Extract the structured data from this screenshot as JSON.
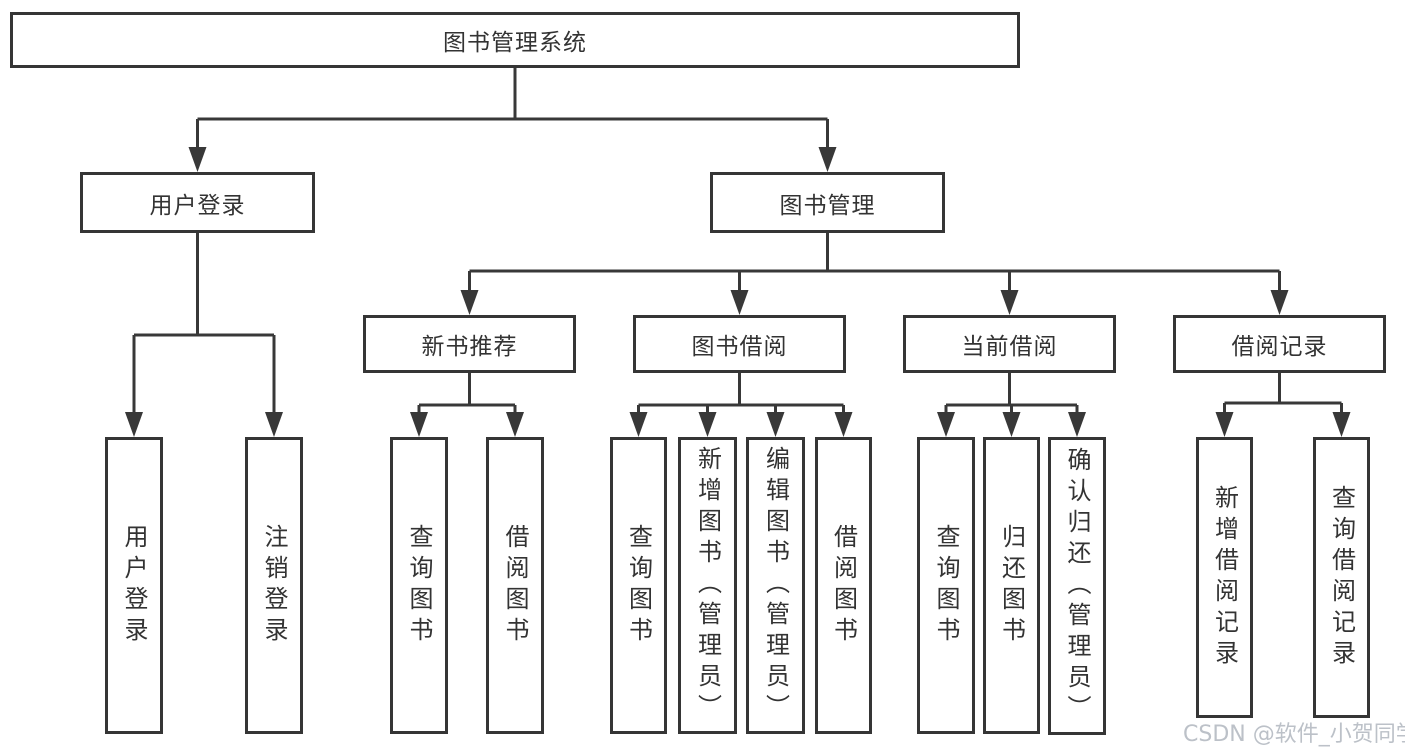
{
  "tree": {
    "root": "图书管理系统",
    "level2": [
      {
        "label": "用户登录",
        "children": [
          "用户登录",
          "注销登录"
        ]
      },
      {
        "label": "图书管理",
        "children": [
          {
            "label": "新书推荐",
            "children": [
              "查询图书",
              "借阅图书"
            ]
          },
          {
            "label": "图书借阅",
            "children": [
              "查询图书",
              "新增图书（管理员）",
              "编辑图书（管理员）",
              "借阅图书"
            ]
          },
          {
            "label": "当前借阅",
            "children": [
              "查询图书",
              "归还图书",
              "确认归还（管理员）"
            ]
          },
          {
            "label": "借阅记录",
            "children": [
              "新增借阅记录",
              "查询借阅记录"
            ]
          }
        ]
      }
    ]
  },
  "colors": {
    "line": "#383838",
    "text": "#333333",
    "background": "#ffffff",
    "watermark_text": "#bcc1c8"
  },
  "watermark": "CSDN @软件_小贺同学"
}
